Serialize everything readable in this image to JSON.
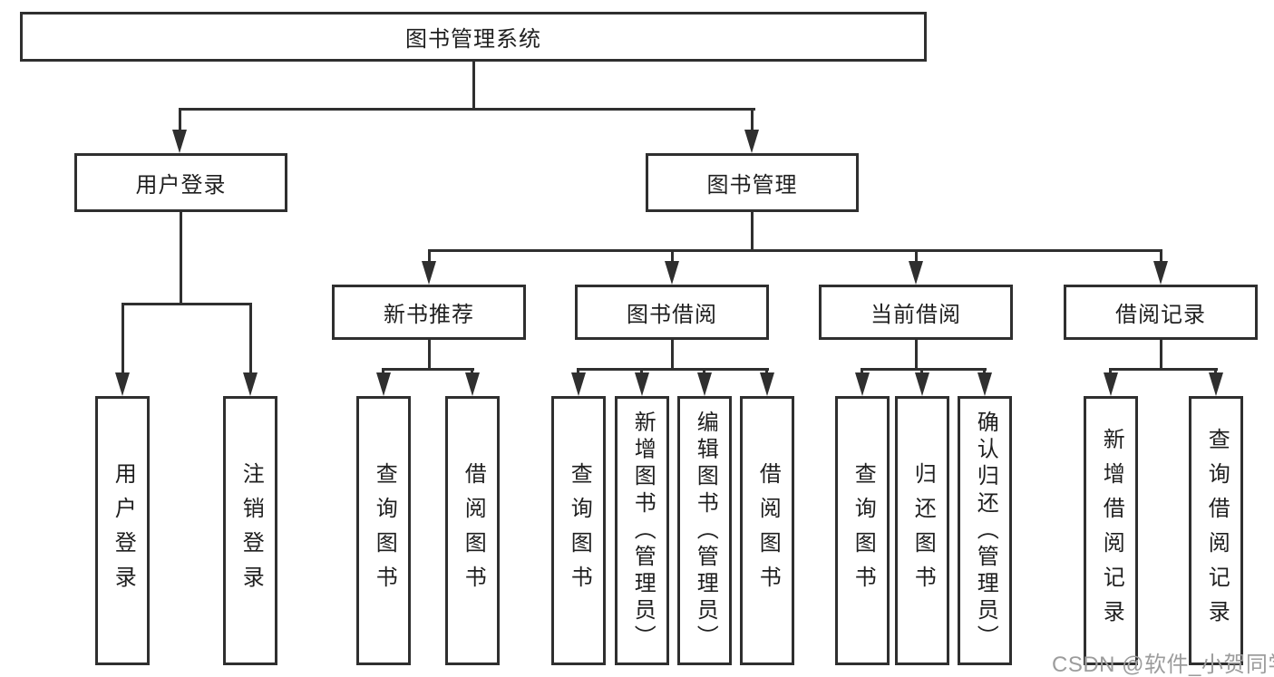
{
  "colors": {
    "line": "#2f2f2f",
    "text": "#1f1f1f",
    "background": "#ffffff",
    "watermark_color": "#9c9c9c"
  },
  "diagram": {
    "title": "图书管理系统",
    "level2": [
      "用户登录",
      "图书管理"
    ],
    "level3": [
      "新书推荐",
      "图书借阅",
      "当前借阅",
      "借阅记录"
    ],
    "leaves": {
      "login": [
        "用户登录",
        "注销登录"
      ],
      "recommend": [
        "查询图书",
        "借阅图书"
      ],
      "borrow": [
        "查询图书",
        "新增图书（管理员）",
        "编辑图书（管理员）",
        "借阅图书"
      ],
      "current": [
        "查询图书",
        "归还图书",
        "确认归还（管理员）"
      ],
      "records": [
        "新增借阅记录",
        "查询借阅记录"
      ]
    }
  },
  "watermark": {
    "text": "CSDN @软件_小贺同学"
  }
}
